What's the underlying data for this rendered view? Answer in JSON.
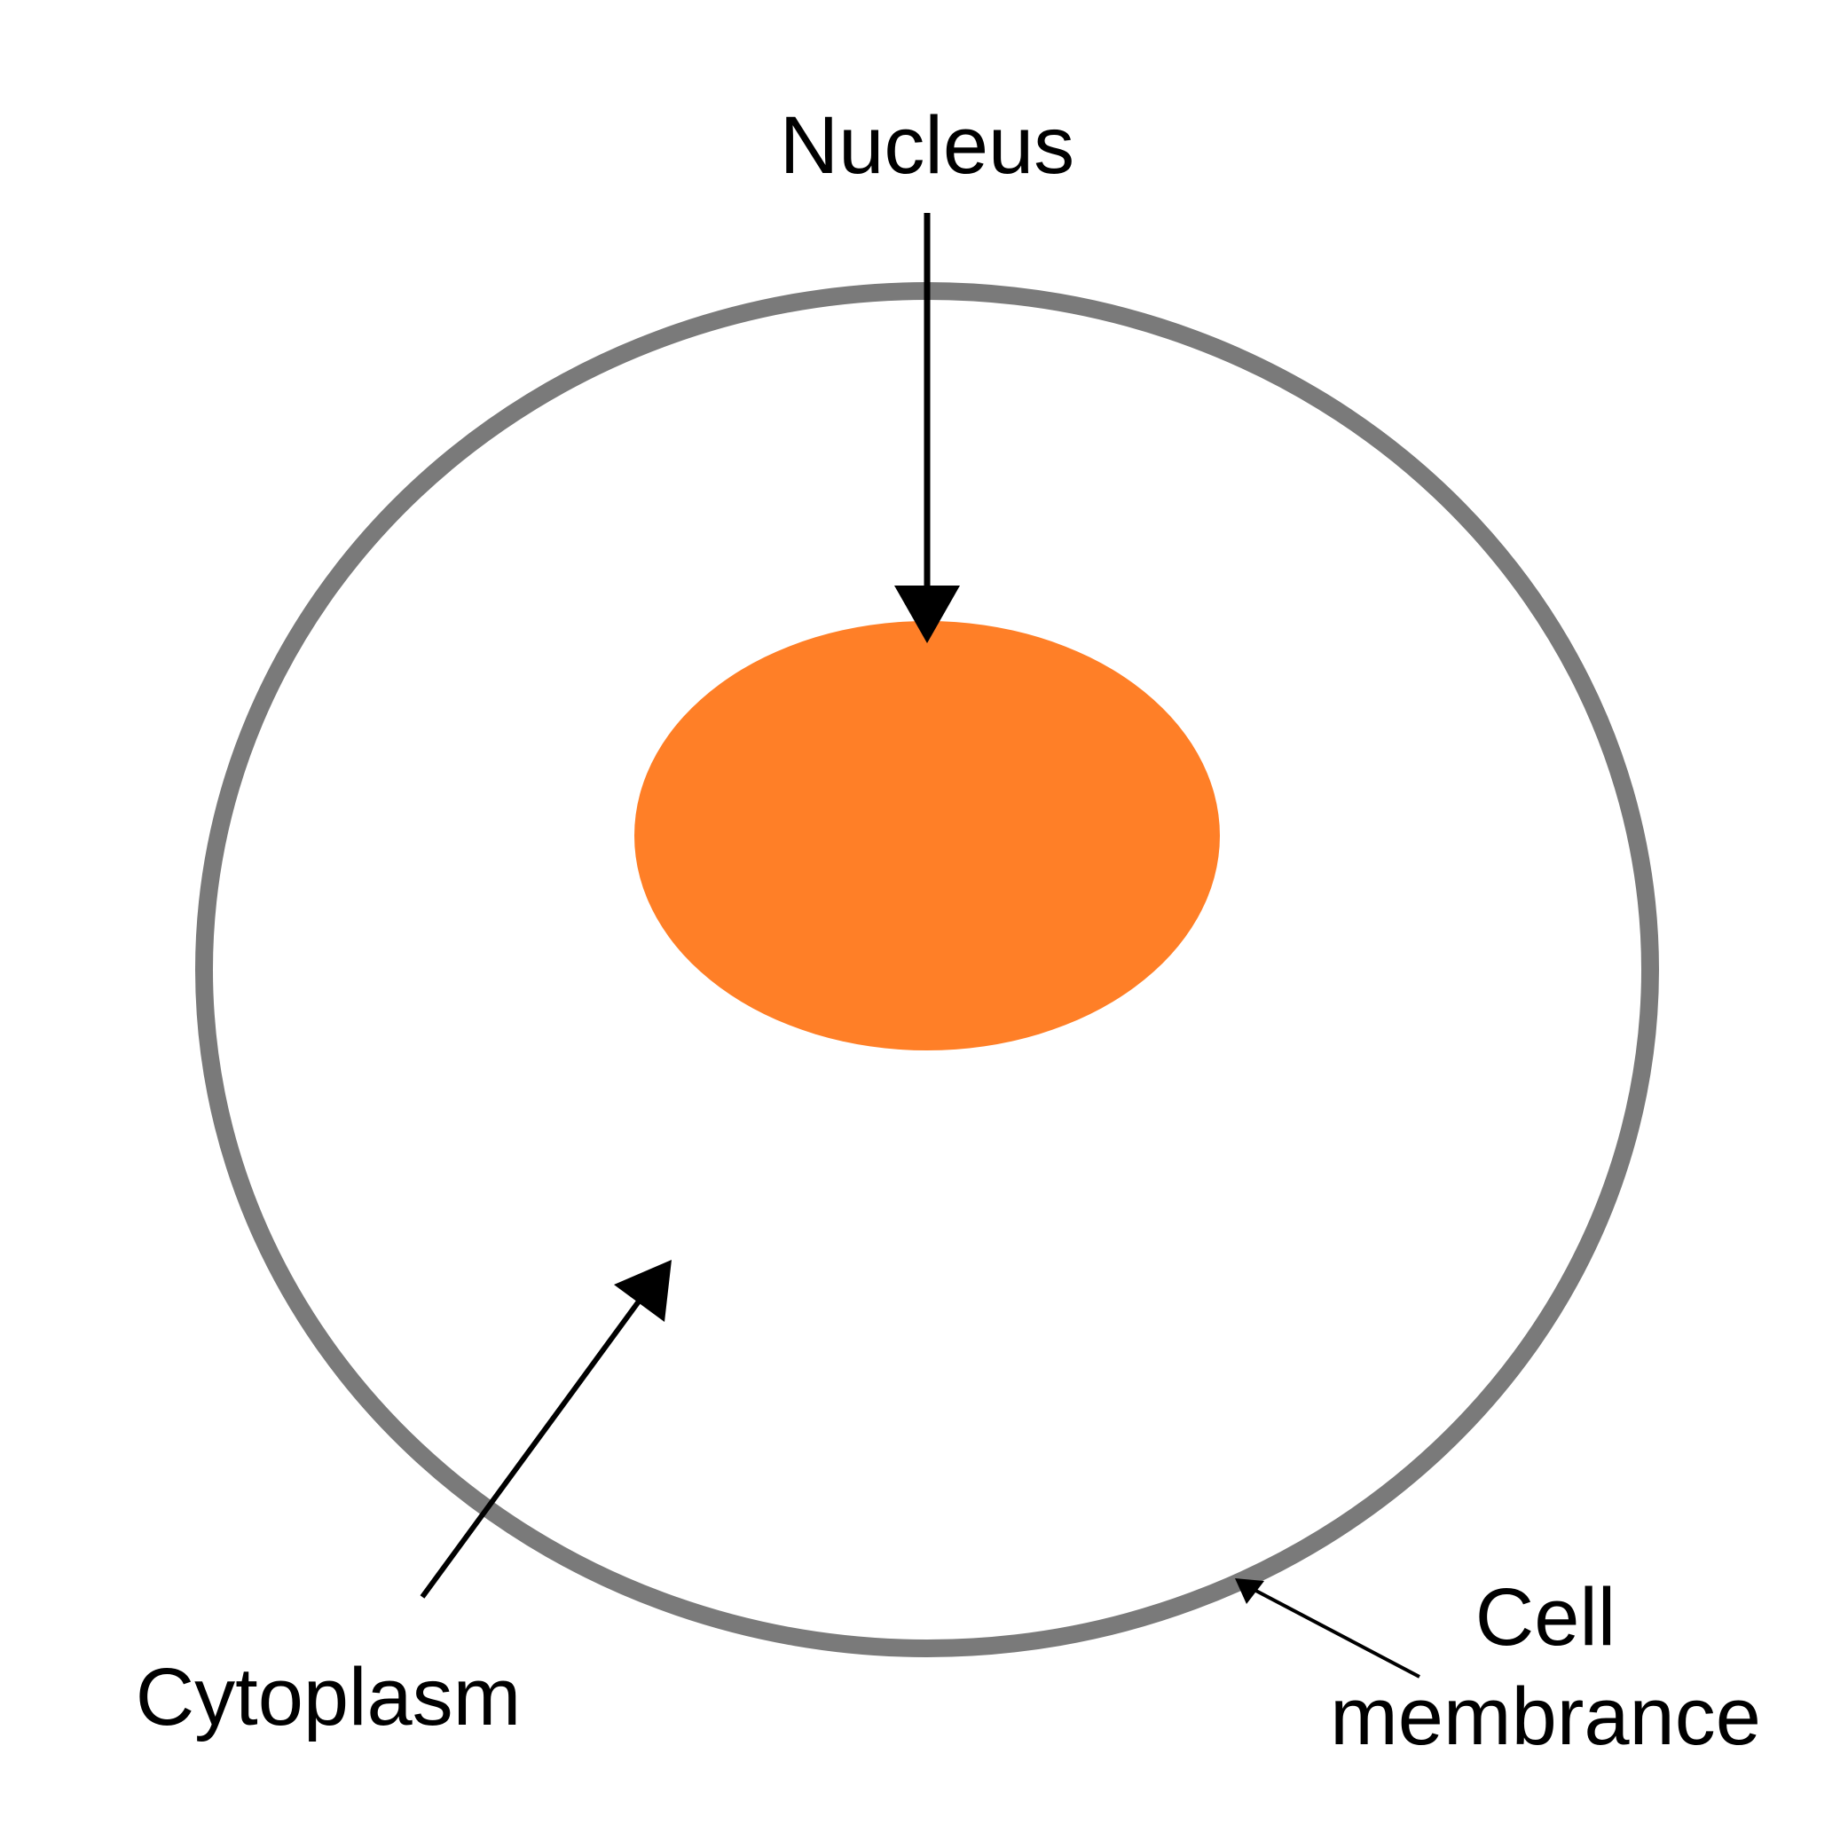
{
  "diagram": {
    "labels": {
      "nucleus": "Nucleus",
      "cytoplasm": "Cytoplasm",
      "cell_membrance_line1": "Cell",
      "cell_membrance_line2": "membrance"
    },
    "colors": {
      "background": "#ffffff",
      "membrane": "#7a7a7a",
      "nucleus": "#ff7f27",
      "arrows": "#000000",
      "text": "#000000"
    }
  }
}
